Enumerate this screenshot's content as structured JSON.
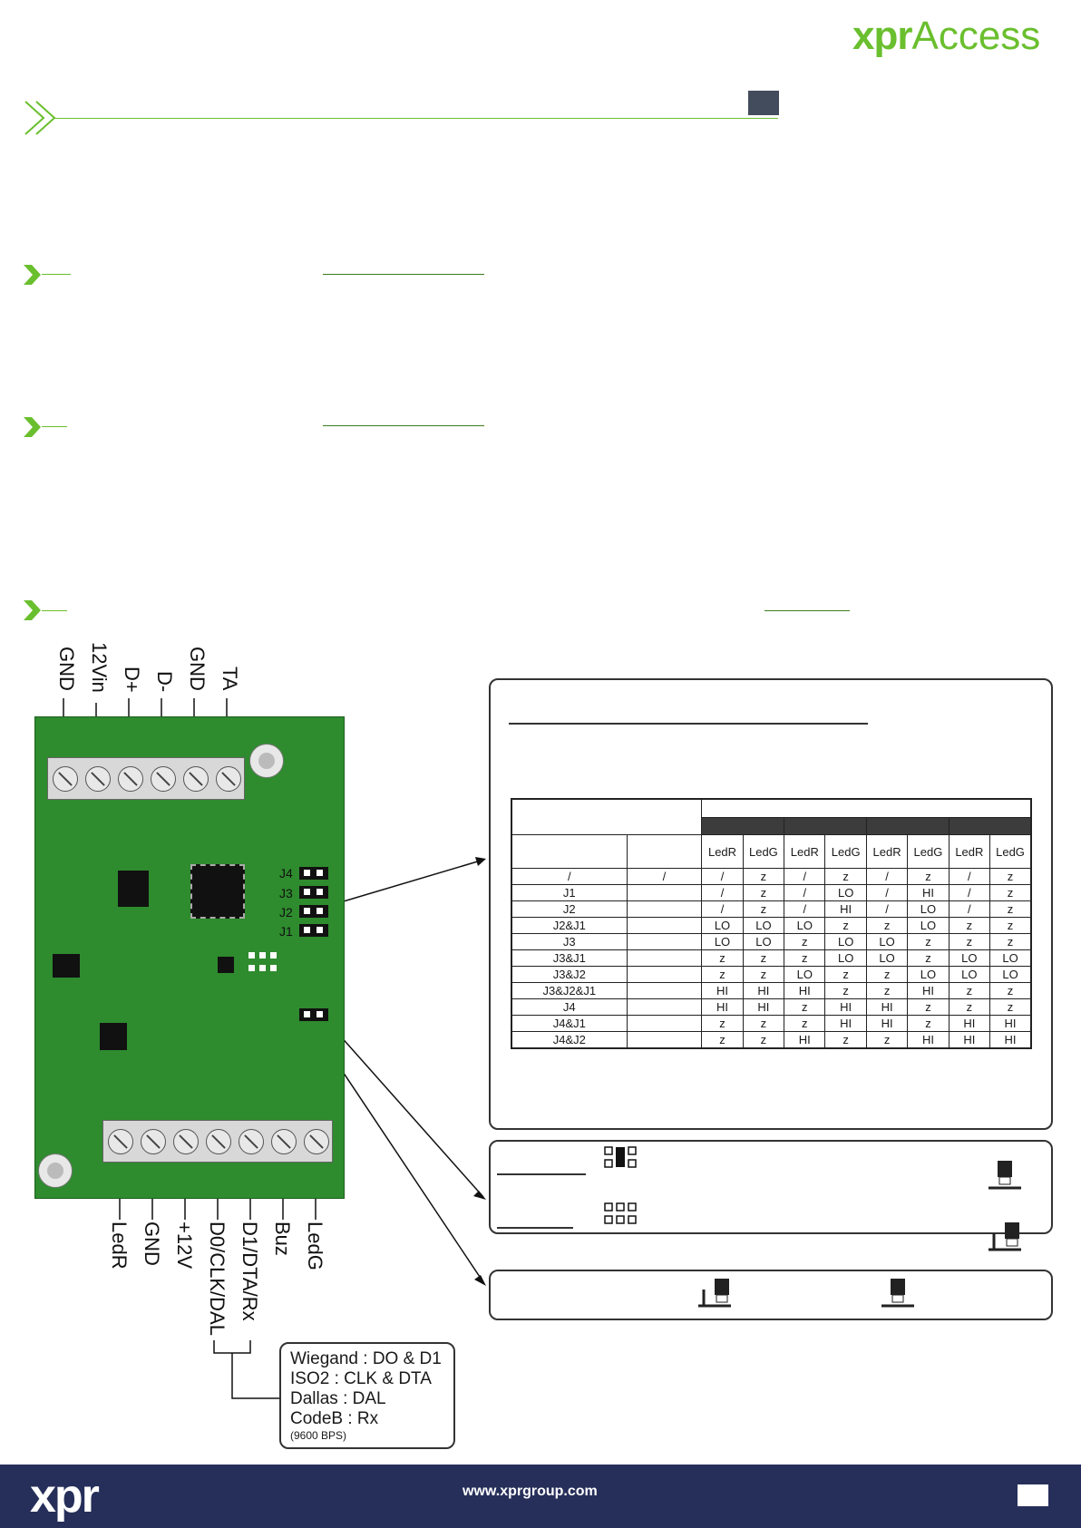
{
  "brand": {
    "logo_a": "xpr",
    "logo_b": "Access",
    "footer_logo": "xpr",
    "url": "www.xprgroup.com"
  },
  "board": {
    "top_terminals": [
      "GND",
      "12Vin",
      "D+",
      "D-",
      "GND",
      "TA"
    ],
    "bottom_terminals": [
      "LedR",
      "GND",
      "+12V",
      "D0/CLK/DAL",
      "D1/DTA/Rx",
      "Buz",
      "LedG"
    ],
    "jumpers": [
      "J4",
      "J3",
      "J2",
      "J1"
    ]
  },
  "table": {
    "subheaders": [
      "LedR",
      "LedG",
      "LedR",
      "LedG",
      "LedR",
      "LedG",
      "LedR",
      "LedG"
    ],
    "rows": [
      [
        "/",
        "/",
        "/",
        "z",
        "/",
        "z",
        "/",
        "z",
        "/",
        "z"
      ],
      [
        "J1",
        "",
        "/",
        "z",
        "/",
        "LO",
        "/",
        "HI",
        "/",
        "z"
      ],
      [
        "J2",
        "",
        "/",
        "z",
        "/",
        "HI",
        "/",
        "LO",
        "/",
        "z"
      ],
      [
        "J2&J1",
        "",
        "LO",
        "LO",
        "LO",
        "z",
        "z",
        "LO",
        "z",
        "z"
      ],
      [
        "J3",
        "",
        "LO",
        "LO",
        "z",
        "LO",
        "LO",
        "z",
        "z",
        "z"
      ],
      [
        "J3&J1",
        "",
        "z",
        "z",
        "z",
        "LO",
        "LO",
        "z",
        "LO",
        "LO"
      ],
      [
        "J3&J2",
        "",
        "z",
        "z",
        "LO",
        "z",
        "z",
        "LO",
        "LO",
        "LO"
      ],
      [
        "J3&J2&J1",
        "",
        "HI",
        "HI",
        "HI",
        "z",
        "z",
        "HI",
        "z",
        "z"
      ],
      [
        "J4",
        "",
        "HI",
        "HI",
        "z",
        "HI",
        "HI",
        "z",
        "z",
        "z"
      ],
      [
        "J4&J1",
        "",
        "z",
        "z",
        "z",
        "HI",
        "HI",
        "z",
        "HI",
        "HI"
      ],
      [
        "J4&J2",
        "",
        "z",
        "z",
        "HI",
        "z",
        "z",
        "HI",
        "HI",
        "HI"
      ]
    ]
  },
  "protocol": {
    "lines": [
      "Wiegand : DO & D1",
      "ISO2 : CLK & DTA",
      "Dallas : DAL",
      "CodeB : Rx"
    ],
    "note": "(9600 BPS)"
  },
  "colors": {
    "accent": "#6abf2e",
    "board": "#2e8b2e",
    "footer": "#262f5a",
    "square": "#434c5c"
  }
}
